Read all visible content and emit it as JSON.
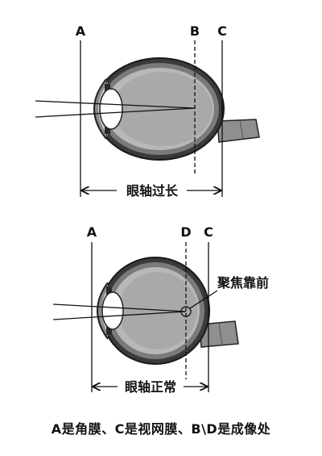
{
  "top_diagram": {
    "label_a": "A",
    "label_b": "B",
    "label_c": "C",
    "axis_label": "眼轴过长"
  },
  "bottom_diagram": {
    "label_a": "A",
    "label_d": "D",
    "label_c": "C",
    "focus_label": "聚焦靠前",
    "axis_label": "眼轴正常"
  },
  "caption": "A是角膜、C是视网膜、B\\D是成像处"
}
